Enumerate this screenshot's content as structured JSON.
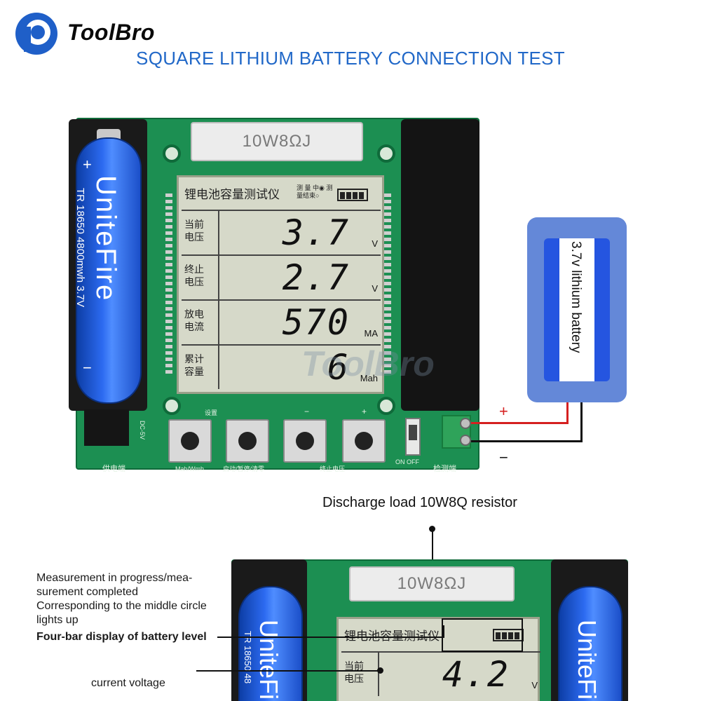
{
  "brand": {
    "name": "ToolBro",
    "headline": "SQUARE LITHIUM BATTERY CONNECTION TEST"
  },
  "cell": {
    "brand": "UniteFire",
    "spec": "TR 18650 4800mwh 3.7V",
    "plus": "+",
    "minus": "−"
  },
  "board": {
    "resistor": "10W8ΩJ",
    "lcd": {
      "title": "锂电池容量测试仪",
      "status": "测 量 中◉ 测量结束○",
      "rows": [
        {
          "label": "当前电压",
          "value": "3.7",
          "unit": "V"
        },
        {
          "label": "终止电压",
          "value": "2.7",
          "unit": "V"
        },
        {
          "label": "放电电流",
          "value": "570",
          "unit": "MA"
        },
        {
          "label": "累计容量",
          "value": "6",
          "unit": "Mah"
        }
      ]
    },
    "buttons": [
      {
        "top": "设置",
        "bottom": "Mah/Wmh"
      },
      {
        "top": "",
        "bottom": "启动/暂停/清零"
      },
      {
        "top": "−",
        "bottom": ""
      },
      {
        "top": "+",
        "bottom": "终止电压"
      }
    ],
    "labels": {
      "power": "供电端",
      "detect": "检测端",
      "switch": "ON OFF",
      "dc": "DC-5V"
    }
  },
  "watermark": "ToolBro",
  "pack": {
    "label": "3.7v lithium battery",
    "plus": "+",
    "minus": "−"
  },
  "annotations": {
    "discharge": "Discharge load 10W8Q resistor",
    "measurement": [
      "Measurement in progress/mea-",
      "surement completed",
      "Corresponding to the middle circle",
      "lights up"
    ],
    "four_bar": "Four-bar display of battery level",
    "current_voltage": "current voltage"
  },
  "bottom_board": {
    "resistor": "10W8ΩJ",
    "title": "锂电池容量测试仪",
    "label": "当前电压",
    "value": "4.2",
    "unit": "V",
    "cell_brand": "UniteFire",
    "cell_spec": "TR 18650 48"
  }
}
